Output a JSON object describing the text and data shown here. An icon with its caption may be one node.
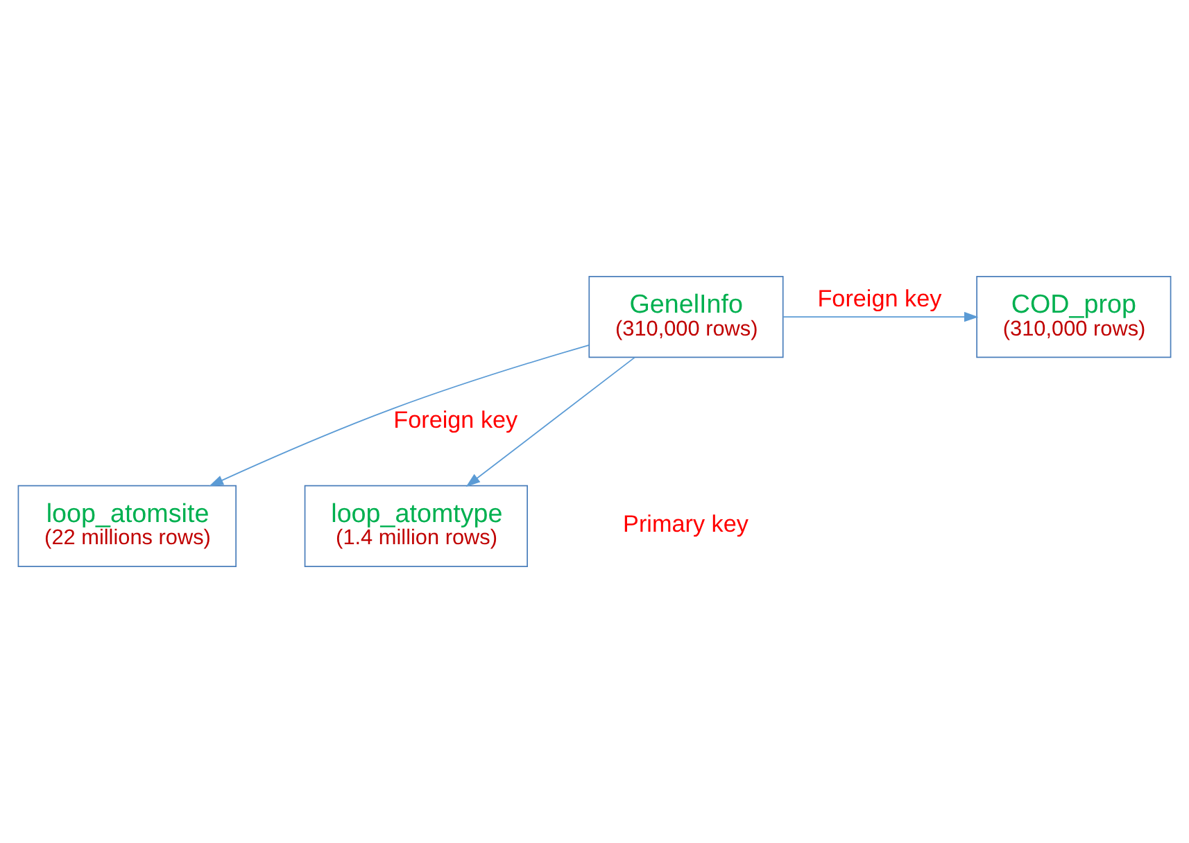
{
  "diagram": {
    "nodes": [
      {
        "text": [
          "GenelInfo",
          "(310,000 rows)"
        ]
      },
      {
        "text": [
          "COD_prop",
          "(310,000 rows)"
        ]
      },
      {
        "text": [
          "loop_atomsite",
          "(22 millions rows)"
        ]
      },
      {
        "text": [
          "loop_atomtype",
          "(1.4 million rows)"
        ]
      }
    ],
    "edges": [
      {
        "from": 0,
        "to": 1,
        "arrow": "to",
        "label": "Foreign key"
      },
      {
        "from": 0,
        "to": 2,
        "arrow": "to",
        "label": "Foreign key"
      },
      {
        "from": 0,
        "to": 3,
        "arrow": "to"
      }
    ],
    "labels": [
      "Primary key"
    ]
  }
}
